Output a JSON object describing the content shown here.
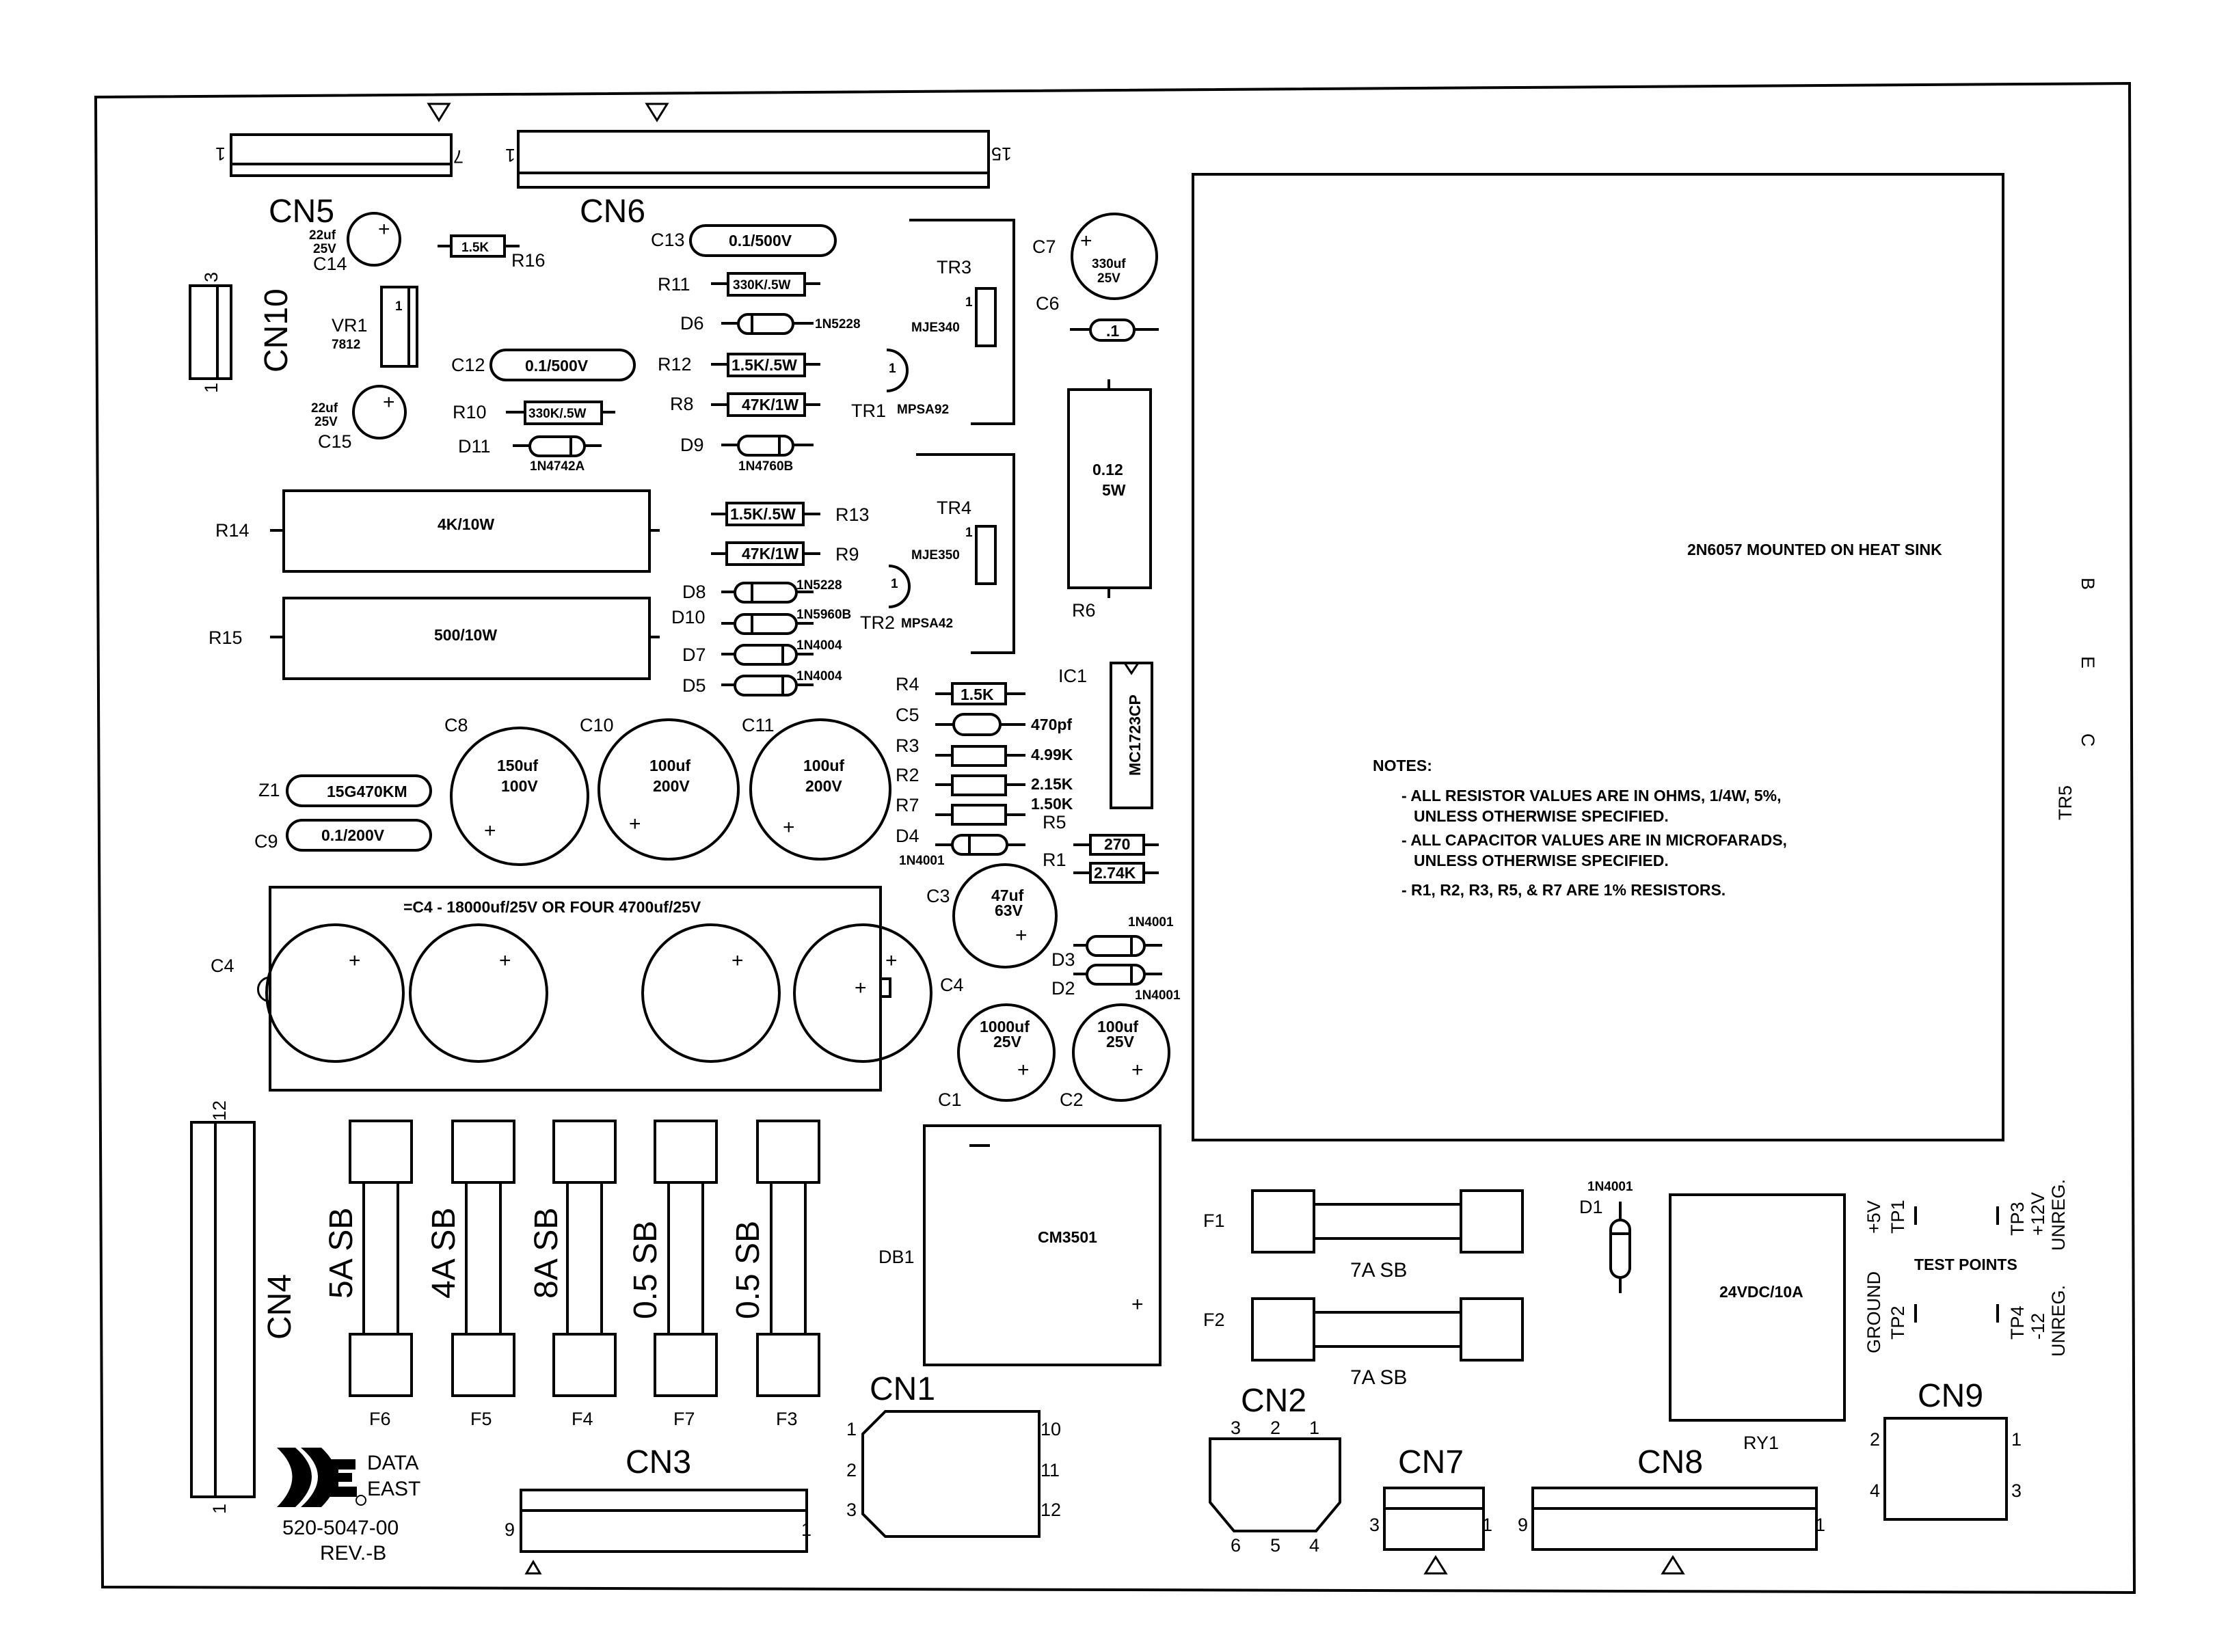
{
  "board": {
    "part_number": "520-5047-00",
    "revision": "REV.-B",
    "logo_text": [
      "DATA",
      "EAST"
    ]
  },
  "connectors": {
    "cn5": {
      "name": "CN5",
      "pin_start": "1",
      "pin_end": "7"
    },
    "cn6": {
      "name": "CN6",
      "pin_start": "1",
      "pin_end": "15"
    },
    "cn10": {
      "name": "CN10",
      "pin_top": "3",
      "pin_bottom": "1"
    },
    "cn4": {
      "name": "CN4",
      "pin_top": "12",
      "pin_bottom": "1"
    },
    "cn3": {
      "name": "CN3",
      "pin_left": "9",
      "pin_right": "1"
    },
    "cn1": {
      "name": "CN1",
      "pins_left": [
        "1",
        "2",
        "3"
      ],
      "pins_right": [
        "10",
        "11",
        "12"
      ]
    },
    "cn2": {
      "name": "CN2",
      "pins_top": [
        "3",
        "2",
        "1"
      ],
      "pins_bottom": [
        "6",
        "5",
        "4"
      ]
    },
    "cn7": {
      "name": "CN7",
      "pin_left": "3",
      "pin_right": "1"
    },
    "cn8": {
      "name": "CN8",
      "pin_left": "9",
      "pin_right": "1"
    },
    "cn9": {
      "name": "CN9",
      "pins": [
        "2",
        "1",
        "4",
        "3"
      ]
    }
  },
  "caps_small": {
    "c14": {
      "ref": "C14",
      "value": [
        "22uf",
        "25V"
      ]
    },
    "c15": {
      "ref": "C15",
      "value": [
        "22uf",
        "25V"
      ]
    },
    "c7": {
      "ref": "C7",
      "value": [
        "330uf",
        "25V"
      ]
    },
    "c6": {
      "ref": "C6",
      "value": ".1"
    },
    "c13": {
      "ref": "C13",
      "value": "0.1/500V"
    },
    "c12": {
      "ref": "C12",
      "value": "0.1/500V"
    },
    "c9": {
      "ref": "C9",
      "value": "0.1/200V"
    },
    "c5": {
      "ref": "C5",
      "value": "470pf"
    },
    "c3": {
      "ref": "C3",
      "value": [
        "47uf",
        "63V"
      ]
    },
    "c1": {
      "ref": "C1",
      "value": [
        "1000uf",
        "25V"
      ]
    },
    "c2": {
      "ref": "C2",
      "value": [
        "100uf",
        "25V"
      ]
    }
  },
  "caps_large": {
    "c8": {
      "ref": "C8",
      "value": [
        "150uf",
        "100V"
      ]
    },
    "c10": {
      "ref": "C10",
      "value": [
        "100uf",
        "200V"
      ]
    },
    "c11": {
      "ref": "C11",
      "value": [
        "100uf",
        "200V"
      ]
    }
  },
  "c4": {
    "ref": "C4",
    "note": "=C4 - 18000uf/25V OR FOUR 4700uf/25V"
  },
  "z1": {
    "ref": "Z1",
    "value": "15G470KM"
  },
  "vr1": {
    "ref": "VR1",
    "value": "7812",
    "pin": "1"
  },
  "resistors": {
    "r16": {
      "ref": "R16",
      "value": "1.5K"
    },
    "r11": {
      "ref": "R11",
      "value": "330K/.5W"
    },
    "r12": {
      "ref": "R12",
      "value": "1.5K/.5W"
    },
    "r8": {
      "ref": "R8",
      "value": "47K/1W"
    },
    "r10": {
      "ref": "R10",
      "value": "330K/.5W"
    },
    "r13": {
      "ref": "R13",
      "value": "1.5K/.5W"
    },
    "r9": {
      "ref": "R9",
      "value": "47K/1W"
    },
    "r14": {
      "ref": "R14",
      "value": "4K/10W"
    },
    "r15": {
      "ref": "R15",
      "value": "500/10W"
    },
    "r6": {
      "ref": "R6",
      "value": [
        "0.12",
        "5W"
      ]
    },
    "r4": {
      "ref": "R4",
      "value": "1.5K"
    },
    "r3": {
      "ref": "R3",
      "value": "4.99K"
    },
    "r2": {
      "ref": "R2",
      "value": "2.15K"
    },
    "r7": {
      "ref": "R7",
      "value": "1.50K"
    },
    "r5": {
      "ref": "R5",
      "value": "270"
    },
    "r1": {
      "ref": "R1",
      "value": "2.74K"
    }
  },
  "diodes": {
    "d6": {
      "ref": "D6",
      "value": "1N5228"
    },
    "d9": {
      "ref": "D9",
      "value": "1N4760B"
    },
    "d11": {
      "ref": "D11",
      "value": "1N4742A"
    },
    "d8": {
      "ref": "D8",
      "value": "1N5228"
    },
    "d10": {
      "ref": "D10",
      "value": "1N5960B"
    },
    "d7": {
      "ref": "D7",
      "value": "1N4004"
    },
    "d5": {
      "ref": "D5",
      "value": "1N4004"
    },
    "d4": {
      "ref": "D4",
      "value": "1N4001"
    },
    "d3": {
      "ref": "D3",
      "value": "1N4001"
    },
    "d2": {
      "ref": "D2",
      "value": "1N4001"
    },
    "d1": {
      "ref": "D1",
      "value": "1N4001"
    }
  },
  "transistors": {
    "tr3": {
      "ref": "TR3",
      "value": "MJE340",
      "pin": "1"
    },
    "tr1": {
      "ref": "TR1",
      "value": "MPSA92",
      "pin": "1"
    },
    "tr4": {
      "ref": "TR4",
      "value": "MJE350",
      "pin": "1"
    },
    "tr2": {
      "ref": "TR2",
      "value": "MPSA42",
      "pin": "1"
    },
    "tr5": {
      "ref": "TR5",
      "value": "2N6057 MOUNTED ON HEAT SINK",
      "pins": [
        "B",
        "E",
        "C"
      ]
    }
  },
  "ic1": {
    "ref": "IC1",
    "value": "MC1723CP"
  },
  "notes": {
    "title": "NOTES:",
    "lines": [
      "- ALL RESISTOR VALUES ARE IN OHMS, 1/4W, 5%,",
      "UNLESS OTHERWISE SPECIFIED.",
      "- ALL CAPACITOR VALUES ARE IN MICROFARADS,",
      "UNLESS OTHERWISE SPECIFIED.",
      "- R1, R2, R3, R5, & R7 ARE 1% RESISTORS."
    ]
  },
  "fuses": {
    "f6": {
      "ref": "F6",
      "value": "5A SB"
    },
    "f5": {
      "ref": "F5",
      "value": "4A SB"
    },
    "f4": {
      "ref": "F4",
      "value": "8A SB"
    },
    "f7": {
      "ref": "F7",
      "value": "0.5 SB"
    },
    "f3": {
      "ref": "F3",
      "value": "0.5 SB"
    },
    "f1": {
      "ref": "F1",
      "value": "7A SB"
    },
    "f2": {
      "ref": "F2",
      "value": "7A SB"
    }
  },
  "db1": {
    "ref": "DB1",
    "value": "CM3501"
  },
  "ry1": {
    "ref": "RY1",
    "value": "24VDC/10A"
  },
  "test_points": {
    "title": "TEST POINTS",
    "tp1": {
      "ref": "TP1",
      "label": "+5V"
    },
    "tp2": {
      "ref": "TP2",
      "label": "GROUND"
    },
    "tp3": {
      "ref": "TP3",
      "label": [
        "+12V",
        "UNREG."
      ]
    },
    "tp4": {
      "ref": "TP4",
      "label": [
        "-12",
        "UNREG."
      ]
    }
  }
}
